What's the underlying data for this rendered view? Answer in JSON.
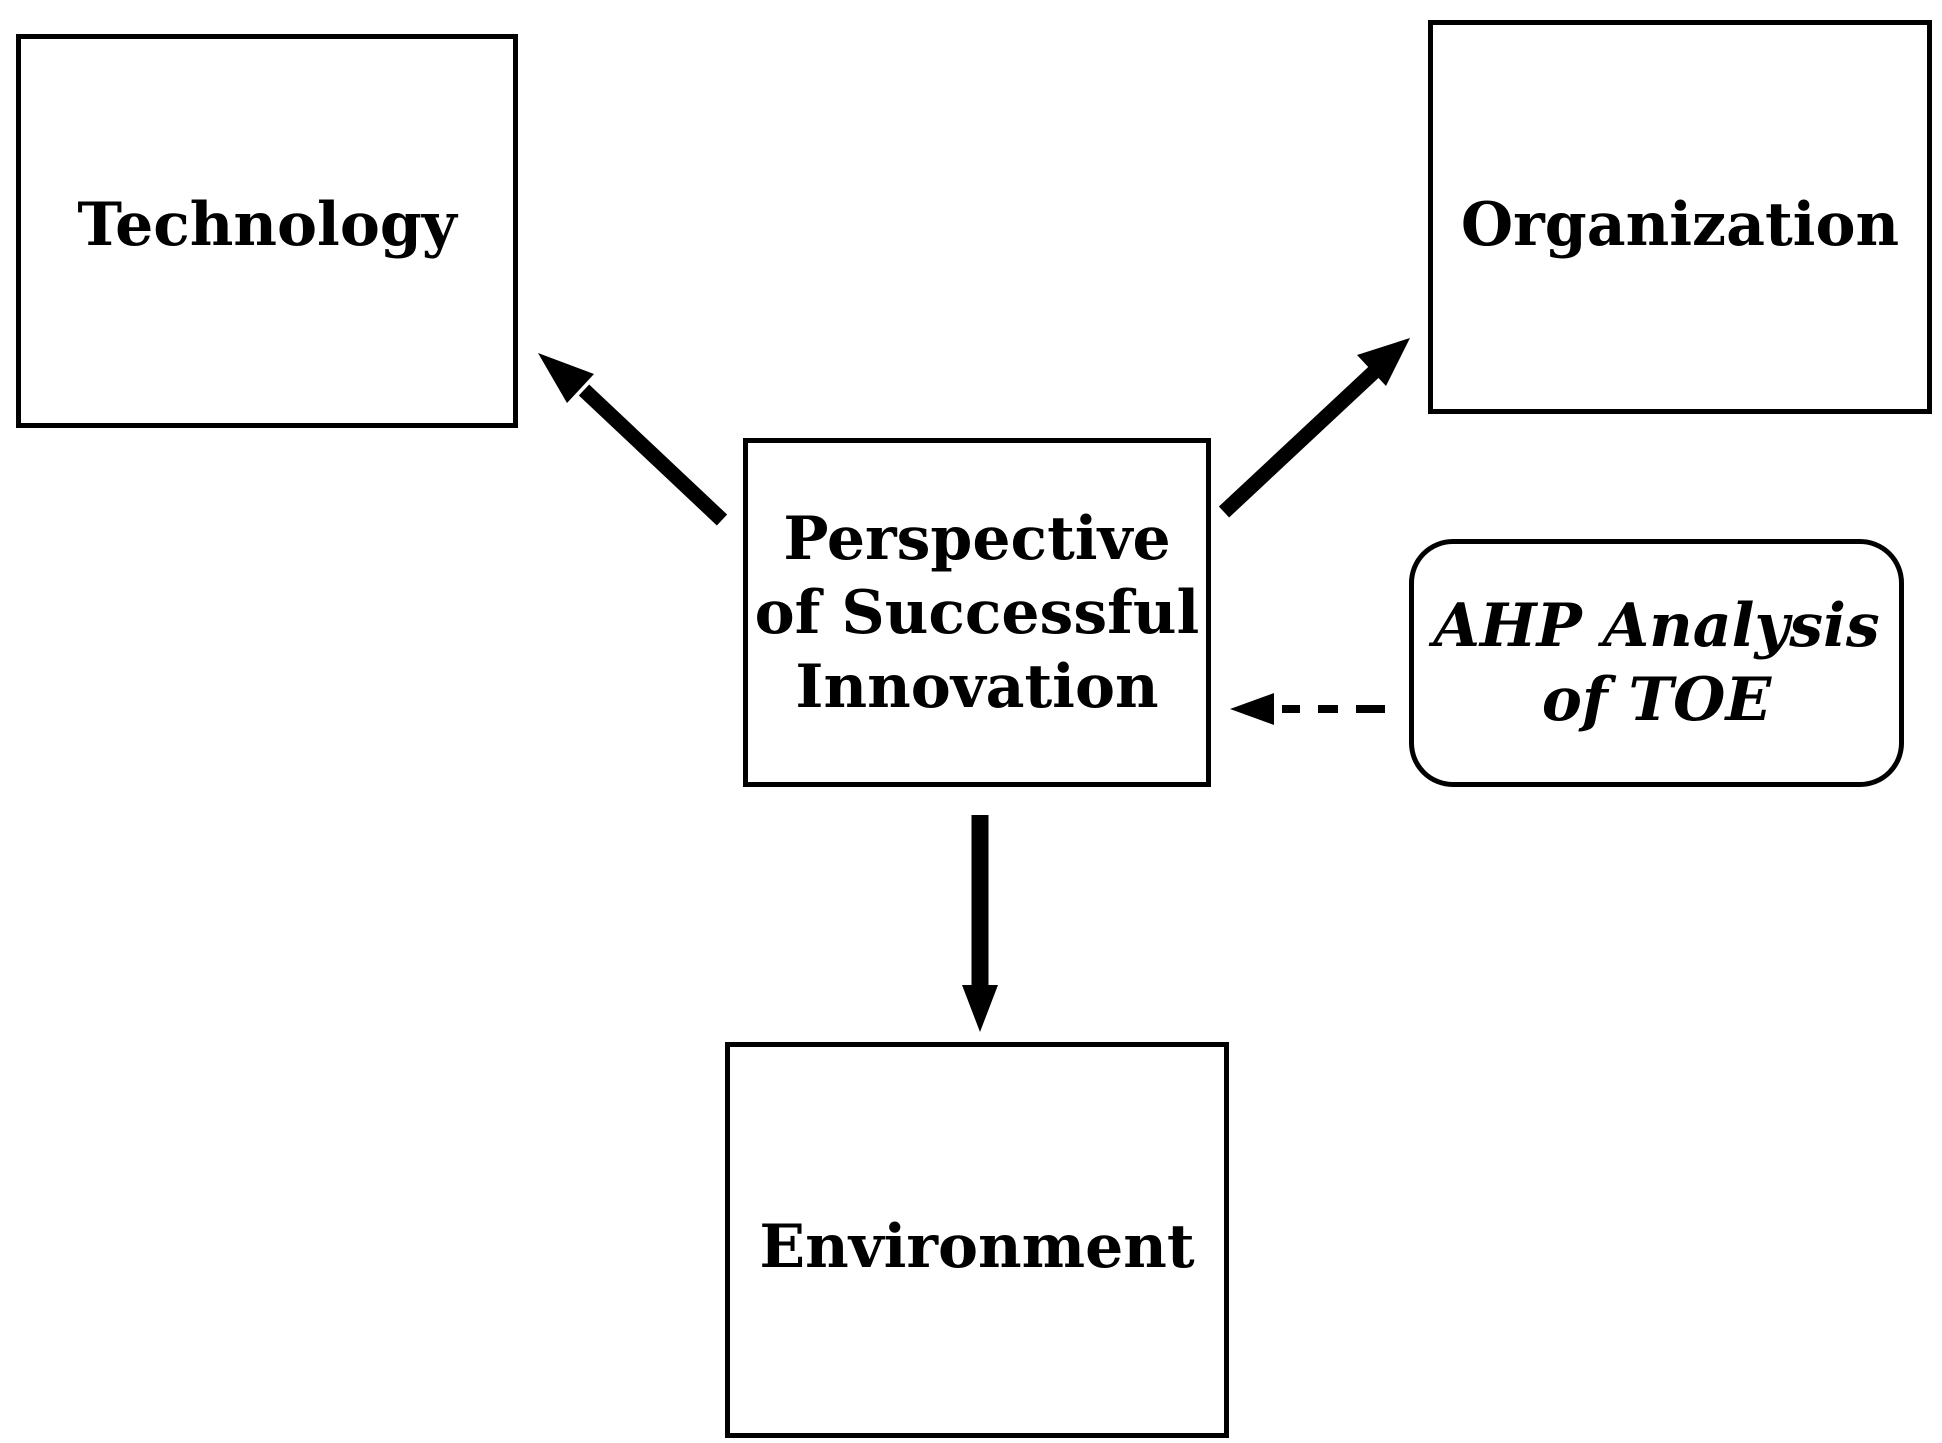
{
  "diagram": {
    "nodes": {
      "technology": {
        "label": "Technology"
      },
      "organization": {
        "label": "Organization"
      },
      "center": {
        "lines": [
          "Perspective",
          "of Successful",
          "Innovation"
        ]
      },
      "environment": {
        "label": "Environment"
      },
      "ahp": {
        "lines": [
          "AHP Analysis",
          "of TOE"
        ]
      }
    },
    "edges": [
      {
        "from": "center",
        "to": "technology",
        "style": "solid"
      },
      {
        "from": "center",
        "to": "organization",
        "style": "solid"
      },
      {
        "from": "center",
        "to": "environment",
        "style": "solid"
      },
      {
        "from": "ahp",
        "to": "center",
        "style": "dashed"
      }
    ],
    "colors": {
      "stroke": "#000000",
      "background": "#ffffff"
    }
  }
}
